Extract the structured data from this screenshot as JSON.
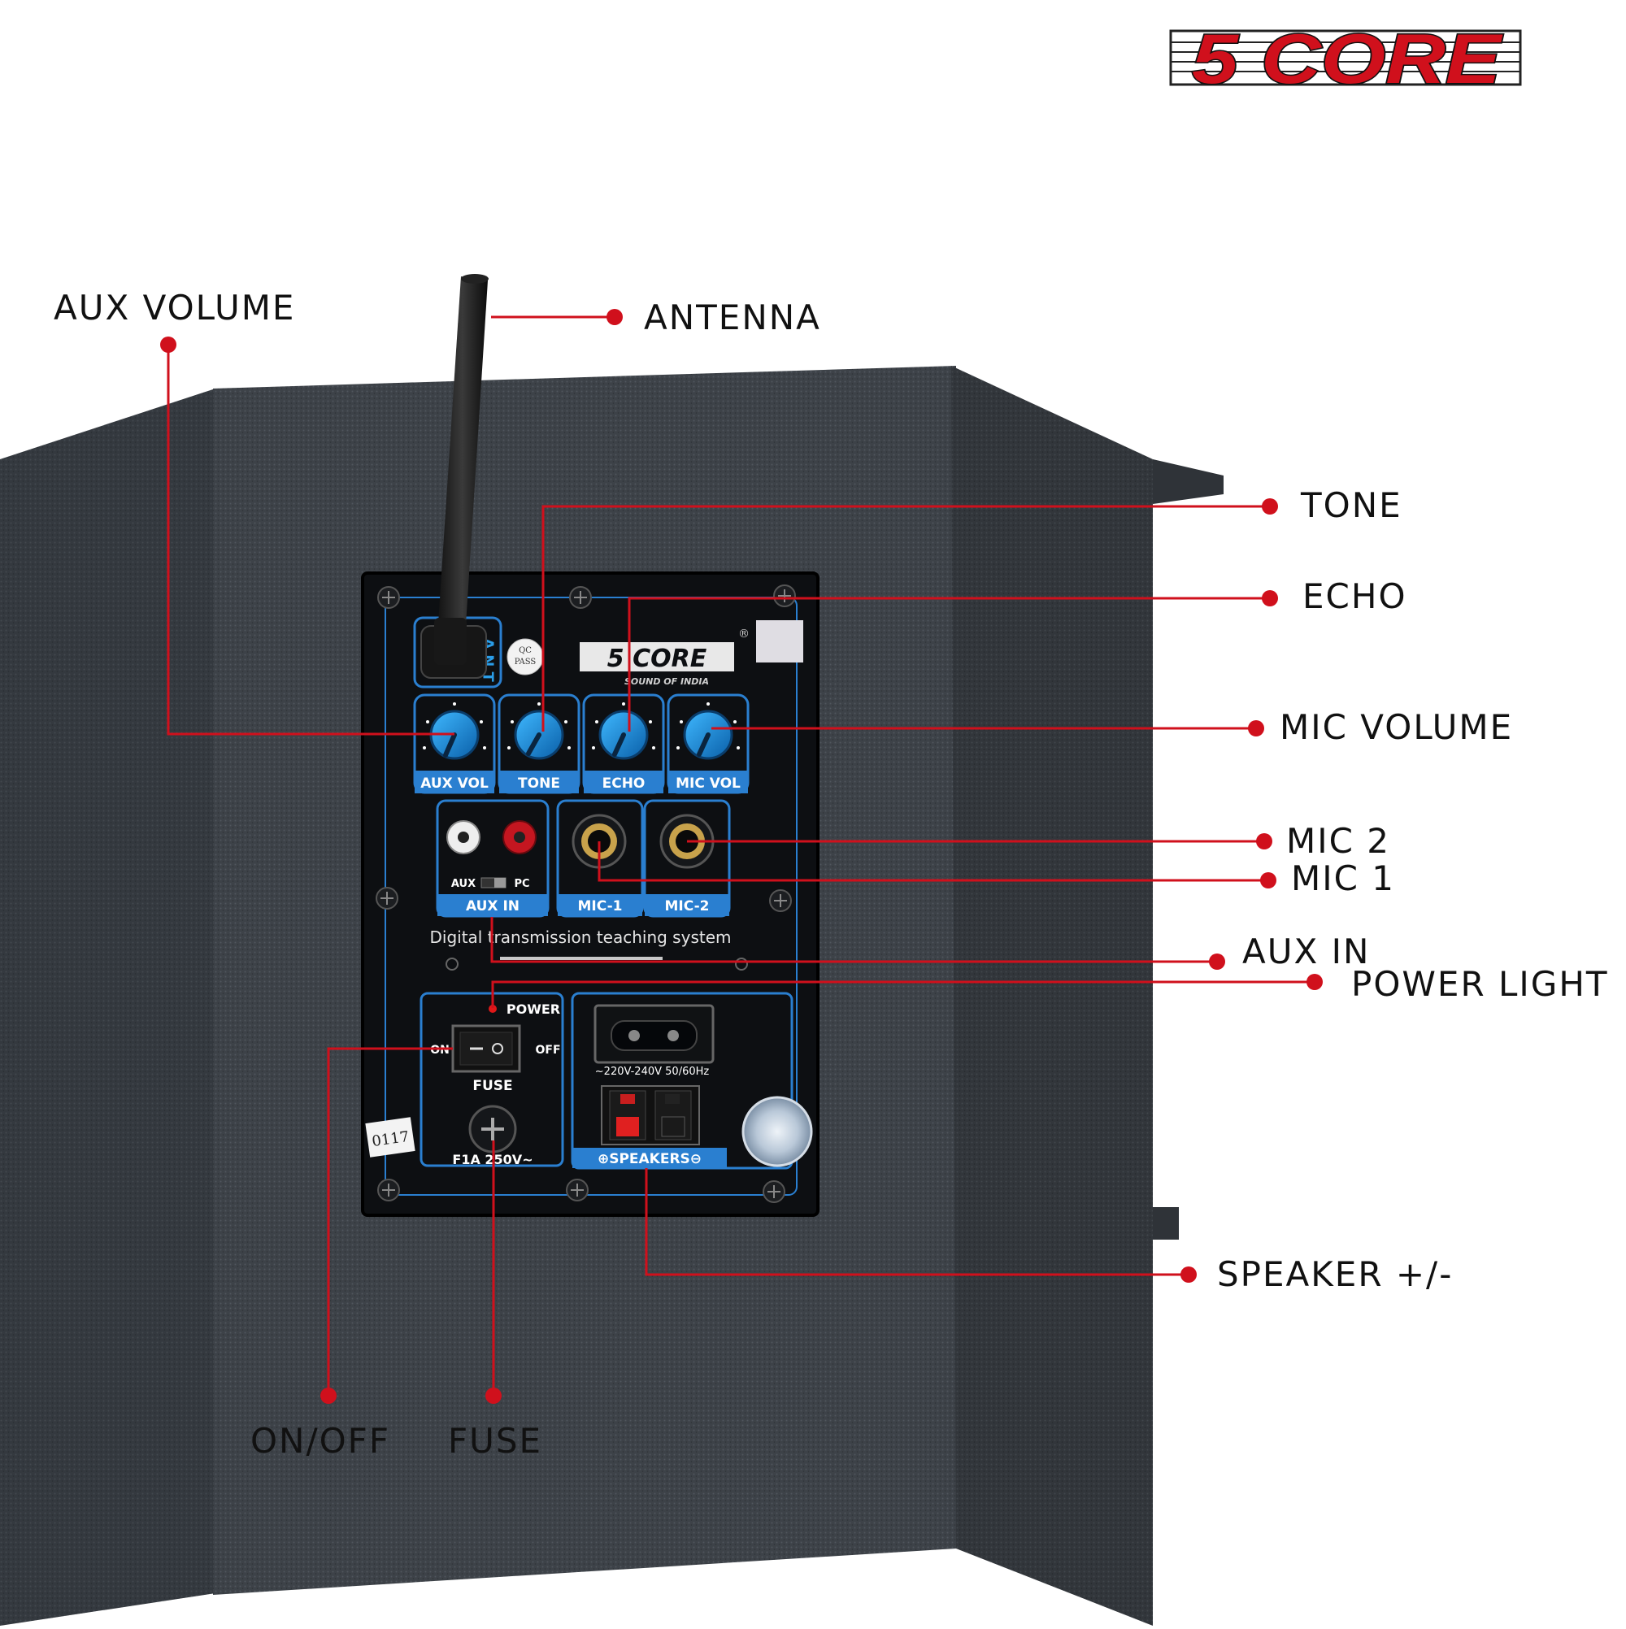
{
  "brand": {
    "logo_text": "5 CORE"
  },
  "panel": {
    "ant_label": "A N T",
    "qc_line1": "QC",
    "qc_line2": "PASS",
    "logo_text": "5 CORE",
    "logo_tagline": "SOUND OF INDIA",
    "knobs": [
      {
        "label": "AUX VOL"
      },
      {
        "label": "TONE"
      },
      {
        "label": "ECHO"
      },
      {
        "label": "MIC VOL"
      }
    ],
    "aux_switch_left": "AUX",
    "aux_switch_right": "PC",
    "aux_in_label": "AUX IN",
    "mic1_label": "MIC-1",
    "mic2_label": "MIC-2",
    "system_text": "Digital transmission teaching system",
    "power_label": "POWER",
    "on_label": "ON",
    "off_label": "OFF",
    "fuse_label": "FUSE",
    "fuse_rating": "F1A 250V~",
    "ac_rating": "~220V-240V 50/60Hz",
    "speakers_label": "⊕SPEAKERS⊖",
    "handwritten_tag": "0117"
  },
  "callouts": {
    "aux_volume": "AUX VOLUME",
    "antenna": "ANTENNA",
    "tone": "TONE",
    "echo": "ECHO",
    "mic_volume": "MIC VOLUME",
    "mic2": "MIC 2",
    "mic1": "MIC 1",
    "aux_in": "AUX IN",
    "power_light": "POWER LIGHT",
    "speaker": "SPEAKER +/-",
    "on_off": "ON/OFF",
    "fuse": "FUSE"
  },
  "colors": {
    "accent_red": "#d0101c",
    "panel_blue": "#1f8fd8",
    "cabinet": "#3a3f45"
  }
}
